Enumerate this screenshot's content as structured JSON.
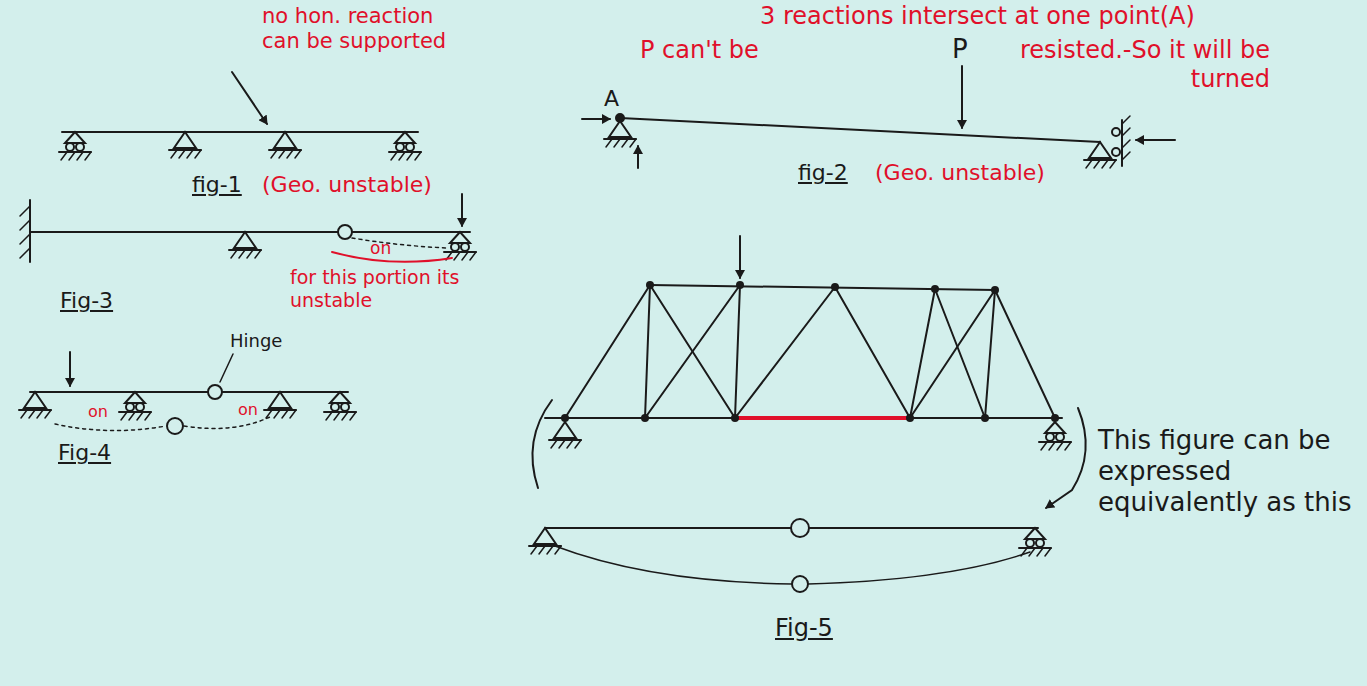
{
  "diagram": {
    "labels": [
      "no hon. reaction can be supported",
      "3 reactions intersect at one point(A)",
      "P",
      "P can't be",
      "resisted.-So it will be turned",
      "A",
      "fig-1",
      "(Geo. unstable)",
      "fig-2",
      "(Geo. unstable)",
      "on",
      "for this portion its unstable",
      "Fig-3",
      "Hinge",
      "on",
      "on",
      "Fig-4",
      "Fig-5",
      "This figure can be expressed equivalently as this"
    ]
  }
}
